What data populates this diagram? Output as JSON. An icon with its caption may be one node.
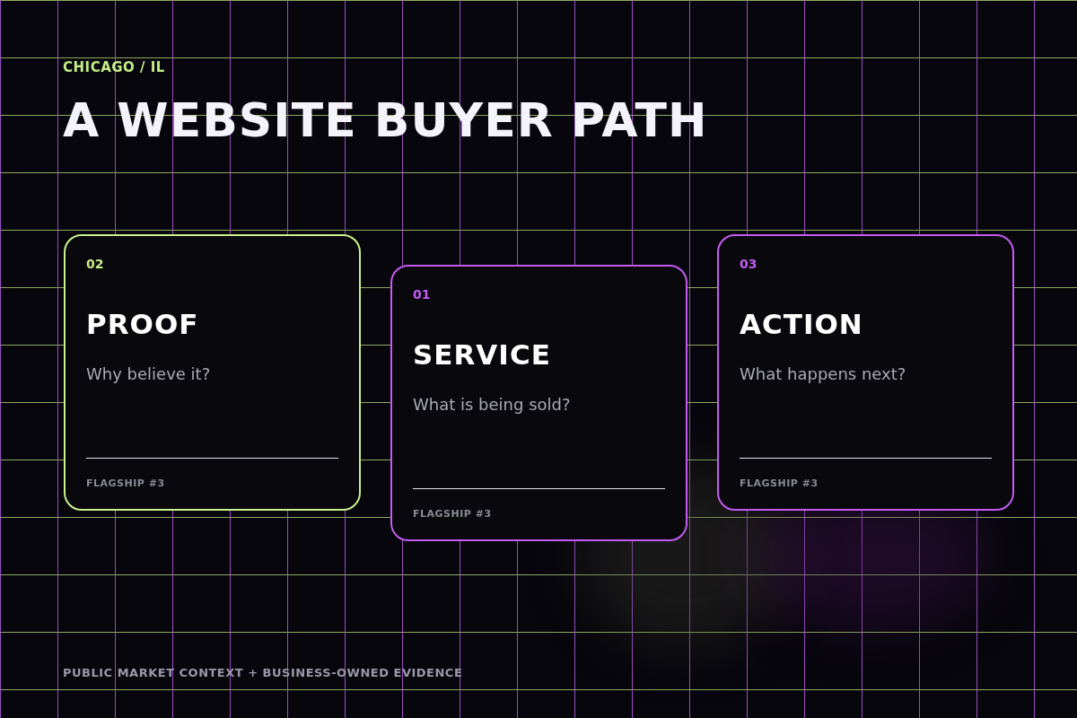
{
  "diagram": {
    "title": "A WEBSITE BUYER PATH",
    "nodes": [
      {
        "text": [
          "02",
          "PROOF",
          "Why believe it?",
          "FLAGSHIP #3"
        ]
      },
      {
        "text": [
          "01",
          "SERVICE",
          "What is being sold?",
          "FLAGSHIP #3"
        ]
      },
      {
        "text": [
          "03",
          "ACTION",
          "What happens next?",
          "FLAGSHIP #3"
        ]
      }
    ],
    "labels": [
      "CHICAGO / IL",
      "PUBLIC MARKET CONTEXT + BUSINESS-OWNED EVIDENCE"
    ]
  }
}
